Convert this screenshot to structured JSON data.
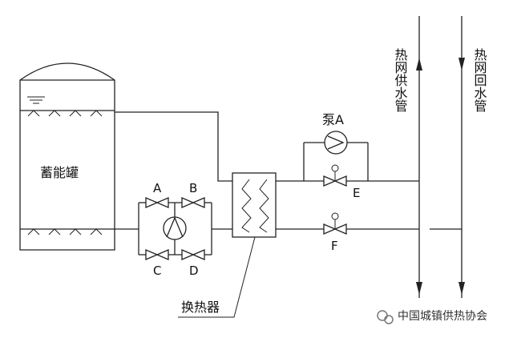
{
  "tank": {
    "label": "蓄能罐"
  },
  "heat_exchanger": {
    "label": "换热器"
  },
  "pump_a": {
    "label": "泵A"
  },
  "valves": {
    "a": "A",
    "b": "B",
    "c": "C",
    "d": "D",
    "e": "E",
    "f": "F"
  },
  "pipes": {
    "supply": "热网供水管",
    "return": "热网回水管"
  },
  "watermark": {
    "text": "中国城镇供热协会"
  }
}
